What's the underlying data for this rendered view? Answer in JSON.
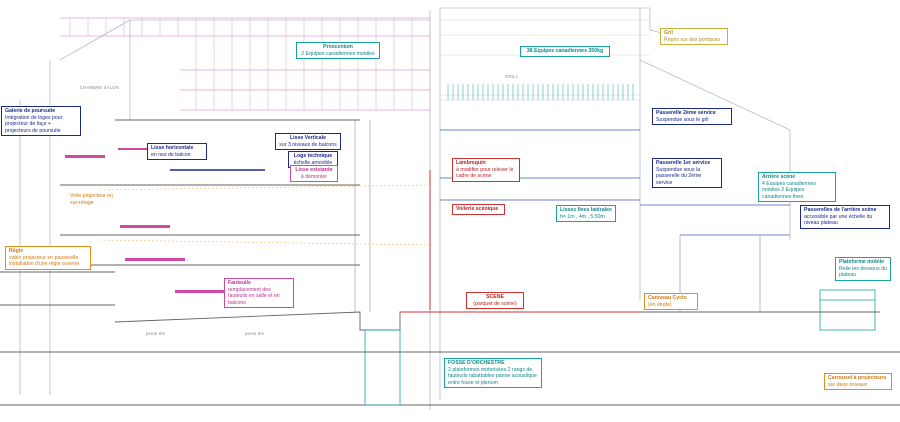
{
  "callouts": {
    "proscenium": {
      "title": "Proscenium",
      "sub": "2 Equipes canadiennes mobiles"
    },
    "equipes": {
      "title": "38 Equipes canadiennes 350kg"
    },
    "gril": {
      "title": "Gril",
      "sub": "Repris sur des portiques"
    },
    "galerie": {
      "title": "Galerie de poursuite",
      "sub": "Intégration de loges pour projecteur de façe + projecteurs de poursuite"
    },
    "lisse_h": {
      "title": "Lisse horizontale",
      "sub": "en nez de balcon"
    },
    "lisse_v": {
      "title": "Lisse Verticale",
      "sub": "sur 3 niveaux de balcons"
    },
    "loge_tech": {
      "title": "Loge technique",
      "sub": "échelle amovible"
    },
    "lisse_exist": {
      "title": "Lisse existante",
      "sub": "à démonter"
    },
    "lambrequin": {
      "title": "Lambrequin",
      "sub": "à modifier pour relever le cadre de scène"
    },
    "passerelle2": {
      "title": "Passerelle 2ème service",
      "sub": "Suspendue sous le gril"
    },
    "passerelle1": {
      "title": "Passerelle 1er service",
      "sub": "Suspendue sous la passerelle du 2ème service"
    },
    "arriere_scene": {
      "title": "Arrière scène",
      "sub": "4 Equipes canadiennes mobiles 2 Equipes canadiennes fixes"
    },
    "passerelles_arriere": {
      "title": "Passerelles de l'arrière scène",
      "sub": "accessible par une échelle du niveau plateau"
    },
    "voile": {
      "sub": "Voile projecteur en sur-rétage"
    },
    "voilerie": {
      "title": "Voilerie scénique"
    },
    "lisses_lat": {
      "title": "Lisses fixes latérales",
      "sub": "h= 1m , 4m , 5.50m"
    },
    "regie": {
      "title": "Régie",
      "sub": "vidéo projecteur en passerelle installation d'une régie ouverte"
    },
    "fauteuils": {
      "title": "Fauteuils",
      "sub": "remplacement des fauteuils en salle et en balcons"
    },
    "scene": {
      "title": "SCENE",
      "sub": "(parquet de scène)"
    },
    "caniveau": {
      "title": "Caniveau Cyclo",
      "sub": "(en étude)"
    },
    "plateforme": {
      "title": "Plateforme mobile",
      "sub": "Relie les dessous du plateau"
    },
    "fosse": {
      "title": "FOSSE D'ORCHESTRE",
      "sub": "2 plateformes motorisées 2 rangs de fauteuils rabattables panne acoustique entre fosse et plenum"
    },
    "carrousel": {
      "title": "Carrousel à projecteurs",
      "sub": "sur deux niveaux"
    }
  },
  "room_labels": {
    "pente1": "pente 5%",
    "pente2": "pente 6%",
    "chambre": "CHAMBRE SALON",
    "grill_room": "GRILL"
  },
  "colors": {
    "navy": "#1b2a8a",
    "teal": "#1aa3a3",
    "pink": "#d04aa0",
    "red": "#d03030",
    "orange": "#e0901a",
    "olive": "#c8b040",
    "line": "#7a8499",
    "fill": "#eef0f2"
  }
}
